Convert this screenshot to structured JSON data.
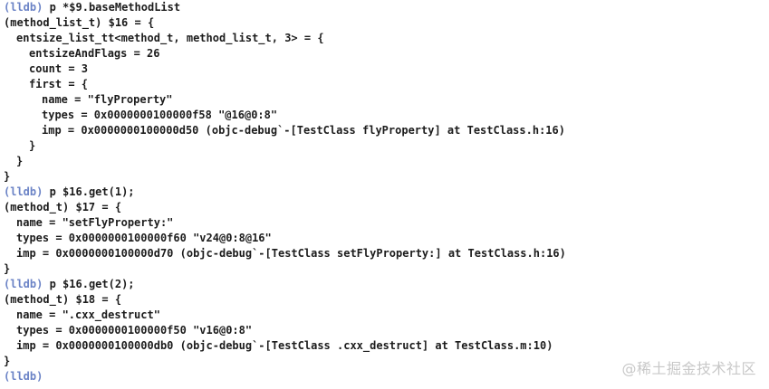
{
  "console": {
    "prompt": "(lldb)",
    "lines": [
      {
        "kind": "cmd",
        "indent": 0,
        "text": "p *$9.baseMethodList"
      },
      {
        "kind": "out",
        "indent": 0,
        "text": "(method_list_t) $16 = {"
      },
      {
        "kind": "out",
        "indent": 1,
        "text": "entsize_list_tt<method_t, method_list_t, 3> = {"
      },
      {
        "kind": "out",
        "indent": 2,
        "text": "entsizeAndFlags = 26"
      },
      {
        "kind": "out",
        "indent": 2,
        "text": "count = 3"
      },
      {
        "kind": "out",
        "indent": 2,
        "text": "first = {"
      },
      {
        "kind": "out",
        "indent": 3,
        "text": "name = \"flyProperty\""
      },
      {
        "kind": "out",
        "indent": 3,
        "text": "types = 0x0000000100000f58 \"@16@0:8\""
      },
      {
        "kind": "out",
        "indent": 3,
        "text": "imp = 0x0000000100000d50 (objc-debug`-[TestClass flyProperty] at TestClass.h:16)"
      },
      {
        "kind": "out",
        "indent": 2,
        "text": "}"
      },
      {
        "kind": "out",
        "indent": 1,
        "text": "}"
      },
      {
        "kind": "out",
        "indent": 0,
        "text": "}"
      },
      {
        "kind": "cmd",
        "indent": 0,
        "text": "p $16.get(1);"
      },
      {
        "kind": "out",
        "indent": 0,
        "text": "(method_t) $17 = {"
      },
      {
        "kind": "out",
        "indent": 1,
        "text": "name = \"setFlyProperty:\""
      },
      {
        "kind": "out",
        "indent": 1,
        "text": "types = 0x0000000100000f60 \"v24@0:8@16\""
      },
      {
        "kind": "out",
        "indent": 1,
        "text": "imp = 0x0000000100000d70 (objc-debug`-[TestClass setFlyProperty:] at TestClass.h:16)"
      },
      {
        "kind": "out",
        "indent": 0,
        "text": "}"
      },
      {
        "kind": "cmd",
        "indent": 0,
        "text": "p $16.get(2);"
      },
      {
        "kind": "out",
        "indent": 0,
        "text": "(method_t) $18 = {"
      },
      {
        "kind": "out",
        "indent": 1,
        "text": "name = \".cxx_destruct\""
      },
      {
        "kind": "out",
        "indent": 1,
        "text": "types = 0x0000000100000f50 \"v16@0:8\""
      },
      {
        "kind": "out",
        "indent": 1,
        "text": "imp = 0x0000000100000db0 (objc-debug`-[TestClass .cxx_destruct] at TestClass.m:10)"
      },
      {
        "kind": "out",
        "indent": 0,
        "text": "}"
      },
      {
        "kind": "prompt",
        "indent": 0,
        "text": ""
      }
    ]
  },
  "watermark": {
    "text": "@稀土掘金技术社区"
  },
  "colors": {
    "prompt": "#6b83c6",
    "text": "#1c1c1c",
    "watermark": "#c8c8c8",
    "background": "#ffffff"
  }
}
